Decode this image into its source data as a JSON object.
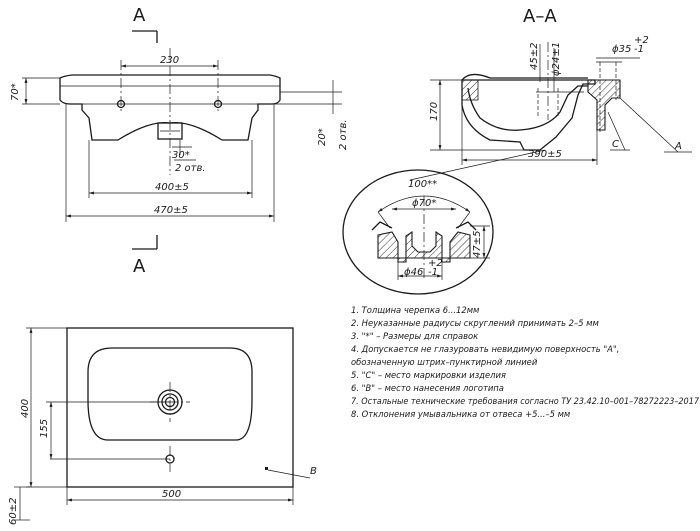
{
  "labels": {
    "section_top": "A",
    "section_bottom": "A",
    "section_title": "A–A",
    "dim_230": "230",
    "dim_70": "70*",
    "dim_20": "20*",
    "dim_2otv_side": "2 отв.",
    "dim_30": "30*",
    "dim_2otv_bottom": "2 отв.",
    "dim_400_5": "400±5",
    "dim_470_5": "470±5",
    "dim_45_2": "45±2",
    "dim_24_1": "ϕ24±1",
    "dim_35": "ϕ35",
    "dim_35_tol_up": "+2",
    "dim_35_tol_dn": "-1",
    "dim_170": "170",
    "dim_390_5": "390±5",
    "mark_c": "C",
    "mark_a": "A",
    "dim_100": "100**",
    "dim_70_detail": "ϕ70*",
    "dim_47_5": "47±5",
    "dim_46": "ϕ46",
    "dim_46_tol_up": "+2",
    "dim_46_tol_dn": "-1",
    "dim_400_plan": "400",
    "dim_155": "155",
    "dim_500": "500",
    "dim_60_2": "60±2",
    "mark_b": "B"
  },
  "notes": [
    "1. Толщина черепка 6...12мм",
    "2. Неуказанные радиусы скруглений принимать 2–5 мм",
    "3. \"*\" – Размеры для справок",
    "4. Допускается не глазуровать невидимую поверхность \"А\",",
    "обозначенную штрих–пунктирной линией",
    "5. \"С\" – место маркировки изделия",
    "6. \"В\" – место нанесения логотипа",
    "7. Остальные технические требования согласно ТУ 23.42.10–001–78272223–2017",
    "8. Отклонения умывальника от отвеса +5...–5 мм"
  ]
}
